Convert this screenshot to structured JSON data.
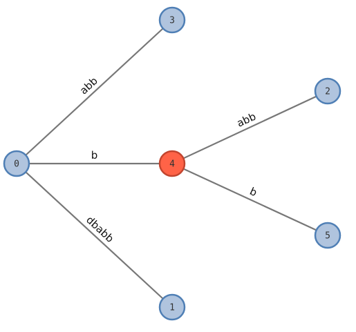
{
  "nodes": [
    {
      "id": "0",
      "label": "0",
      "highlighted": false
    },
    {
      "id": "3",
      "label": "3",
      "highlighted": false
    },
    {
      "id": "2",
      "label": "2",
      "highlighted": false
    },
    {
      "id": "4",
      "label": "4",
      "highlighted": true
    },
    {
      "id": "5",
      "label": "5",
      "highlighted": false
    },
    {
      "id": "1",
      "label": "1",
      "highlighted": false
    }
  ],
  "edges": [
    {
      "from": "0",
      "to": "3",
      "label": "abb"
    },
    {
      "from": "0",
      "to": "4",
      "label": "b"
    },
    {
      "from": "0",
      "to": "1",
      "label": "dbabb"
    },
    {
      "from": "4",
      "to": "2",
      "label": "abb"
    },
    {
      "from": "4",
      "to": "5",
      "label": "b"
    }
  ],
  "colors": {
    "node_fill": "#b0c4de",
    "node_stroke": "#4f7fb5",
    "highlight_fill": "#ff6347",
    "highlight_stroke": "#c2452f",
    "edge": "#777777"
  }
}
